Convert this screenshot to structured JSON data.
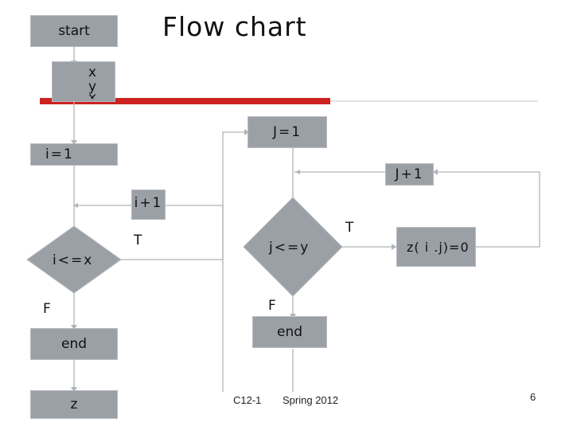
{
  "title": "Flow chart",
  "nodes": {
    "start": "start",
    "inputs": [
      "x",
      "y",
      "x"
    ],
    "j_init": "J=1",
    "i_init": "i=1",
    "j_inc": "J+1",
    "i_inc": "i+1",
    "cond_i": "i<=x",
    "cond_j": "j<=y",
    "assign": "z( i .j)=0",
    "end1": "end",
    "end2": "end",
    "output": "z"
  },
  "edge_labels": {
    "i_true": "T",
    "i_false": "F",
    "j_true": "T",
    "j_false": "F"
  },
  "footer": {
    "course": "C12-1",
    "term": "Spring 2012",
    "page": "6"
  },
  "colors": {
    "box_fill": "#9aa0a6",
    "line": "#b0b4b8",
    "accent_bar": "#cc2222"
  }
}
